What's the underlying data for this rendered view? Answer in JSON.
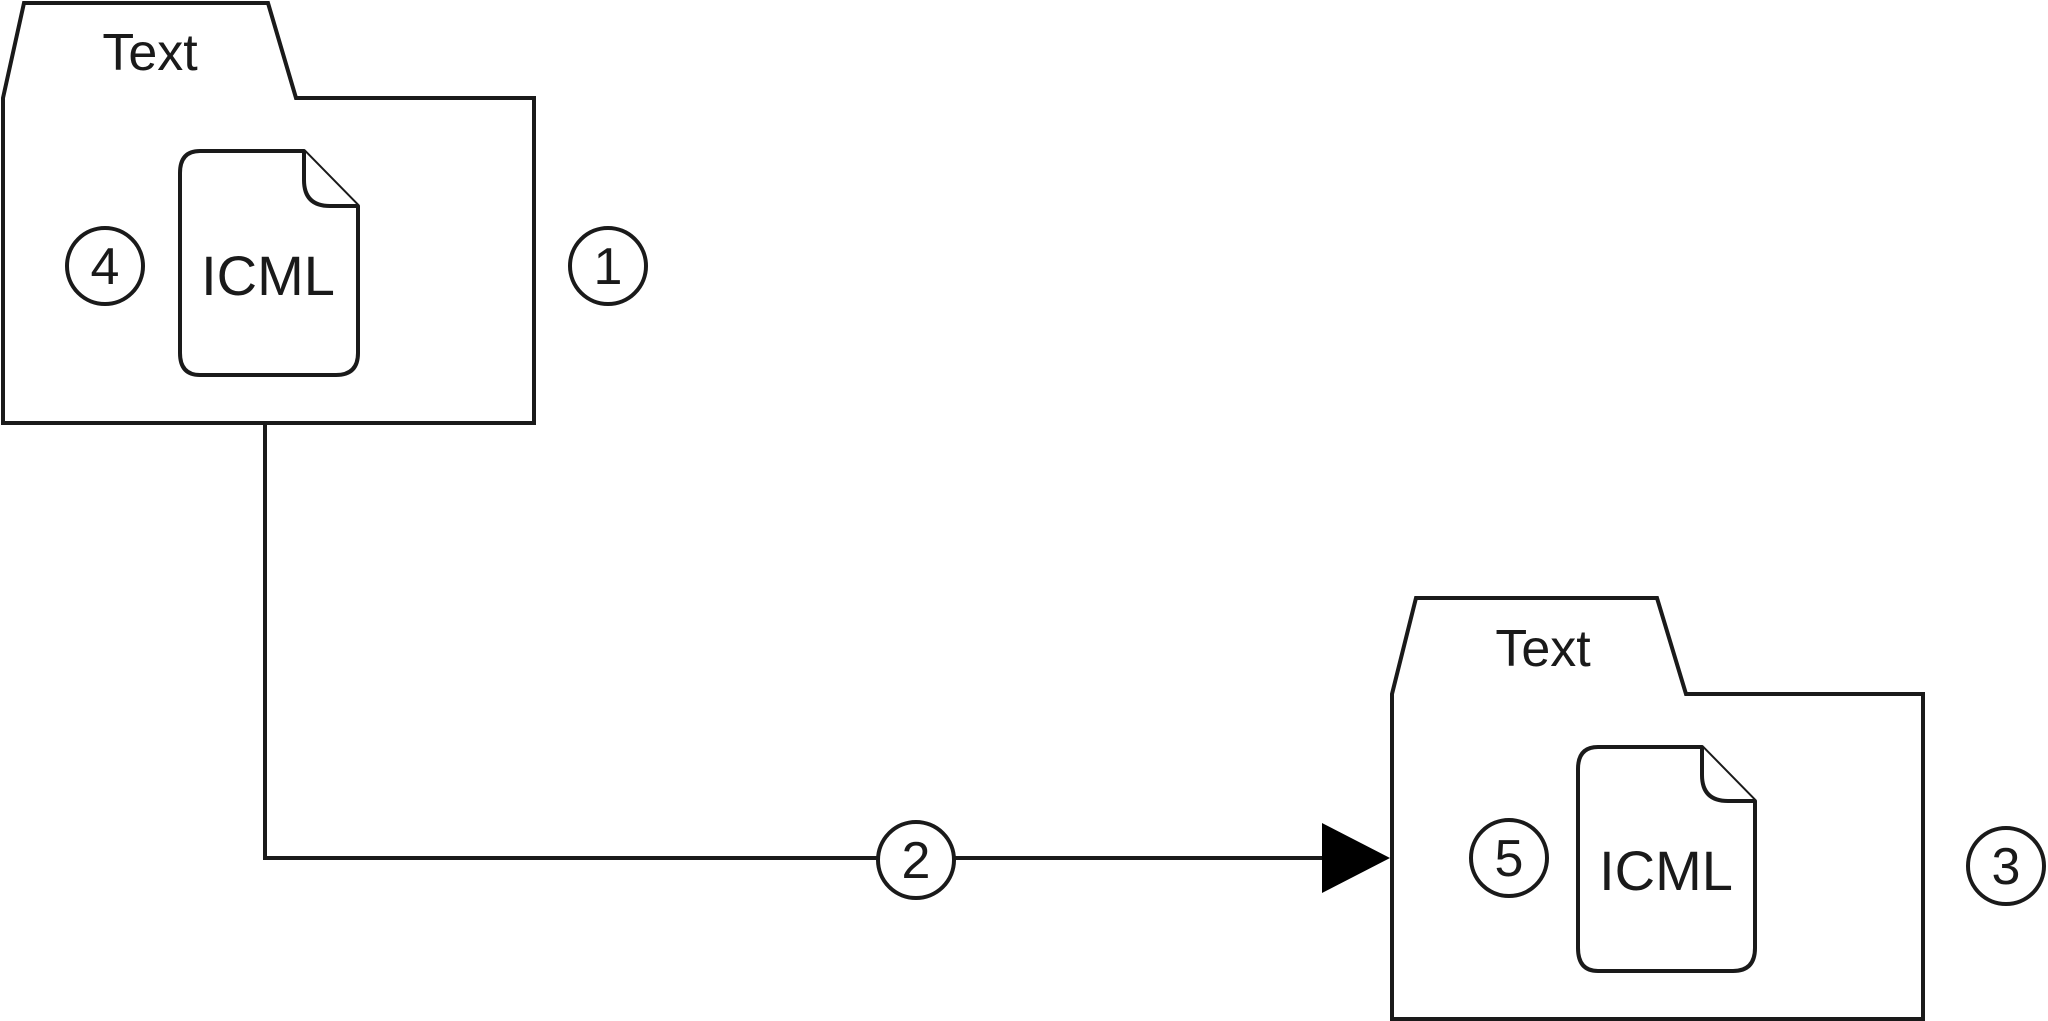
{
  "diagram": {
    "folders": [
      {
        "title": "Text",
        "file": {
          "label": "ICML"
        }
      },
      {
        "title": "Text",
        "file": {
          "label": "ICML"
        }
      }
    ],
    "markers": {
      "source_folder": "1",
      "transfer_arrow": "2",
      "target_folder": "3",
      "source_file": "4",
      "target_file": "5"
    }
  }
}
